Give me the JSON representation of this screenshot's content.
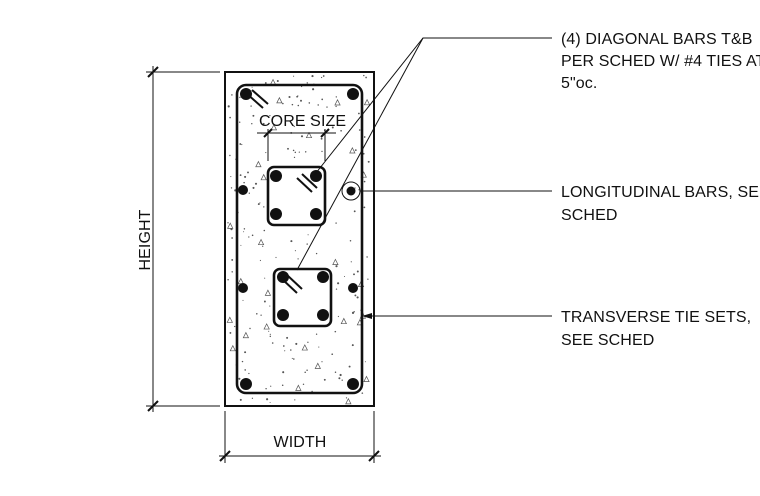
{
  "labels": {
    "diagonal_bars": [
      "(4) DIAGONAL BARS T&B",
      "PER SCHED W/ #4 TIES AT",
      "5\"oc."
    ],
    "longitudinal_bars": [
      "LONGITUDINAL BARS, SEE",
      "SCHED"
    ],
    "transverse_ties": [
      "TRANSVERSE TIE SETS,",
      "SEE SCHED"
    ],
    "core_size": "CORE SIZE",
    "height": "HEIGHT",
    "width": "WIDTH"
  },
  "colors": {
    "ink": "#111111",
    "background": "#ffffff"
  }
}
